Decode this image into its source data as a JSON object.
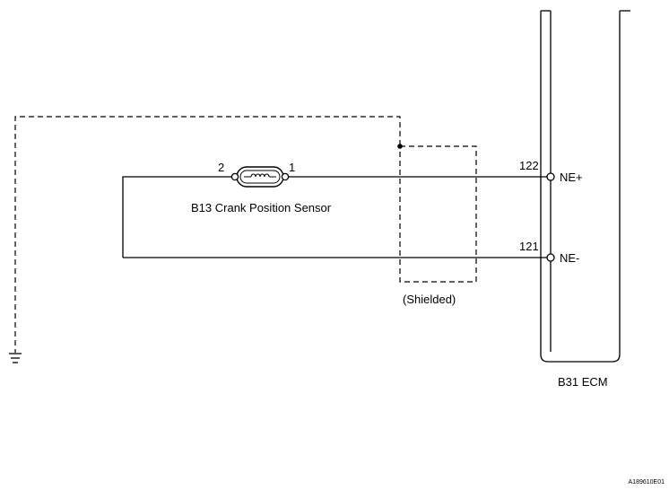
{
  "sensor": {
    "name": "B13 Crank Position Sensor",
    "pin_left": "2",
    "pin_right": "1"
  },
  "ecm": {
    "name": "B31 ECM",
    "terminals": [
      {
        "number": "122",
        "signal": "NE+"
      },
      {
        "number": "121",
        "signal": "NE-"
      }
    ]
  },
  "shield_label": "(Shielded)",
  "figure_id": "A189610E01"
}
